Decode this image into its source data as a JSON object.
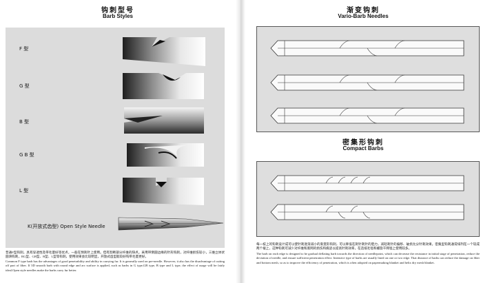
{
  "left_page": {
    "title_cn": "钩刺型号",
    "title_en": "Barb Styles",
    "rows": [
      {
        "label": "F  型"
      },
      {
        "label": "G  型"
      },
      {
        "label": "B  型"
      },
      {
        "label": "G B 型"
      },
      {
        "label": "L  型"
      },
      {
        "label": "K(开放式齿型)  Open Style Needle"
      }
    ],
    "text_cn": "普通F型钩刺，具有穿透性及带毛量好等优点，一般在预刺针上使用。但有割断部分纤维的缺点。采用带倒圆边缘的针形钩刺，对纤维损伤较小，三维立体状圆滑钩刺，RG型、GB型、B型、L型等钩刺，使用效果会比较明显，开放式齿型能较好钩带毛量更好。",
    "text_en": "Common F type barb has the advantages of good penetrability and ability in carrying fur. It is generally used on pre-needle. However, it also has the disadvantage of cutting off part of fiber. If 3D smooth barb with round edge and arc surface is applied, such as barbs in G type,GB type, B type and L type, the effect of usage will be fairly ideal.Open style needles make the barbs carry fur better."
  },
  "right_page": {
    "title1_cn": "渐变钩刺",
    "title1_en": "Vario-Barb Needles",
    "title2_cn": "密集形钩刺",
    "title2_en": "Compact Barbs",
    "text_cn": "每一枝上的钩刺设计成可以使针刺逐渐减小的渐变形钩刺，可以降低在刺针刺针的阻力，减轻刺针的偏移、破损允分针刺效果。密集型钩刺通常排列在一个较成两个棱上，这种钩刺可减少对纤维和底网的损伤和痕迹以提高针刺效率，在造纸毛毯和螺旋干网毯上使用较多。",
    "text_en": "The barb on each edge is designed to be gradual deflating barb towards the direction of needlepoint, which can decrease the resistance in initial stage of penetration, reduce the deviation of needle, and ensure sufficient penetration effect. Intensive type of barbs are usually lined on one or two edge. That distance of barbs can reduce the damage on fiber and bottom mesh, so as to improve the efficiency of penetration, which is often adopted on papermaking blanket and helix dry mesh blanket."
  }
}
